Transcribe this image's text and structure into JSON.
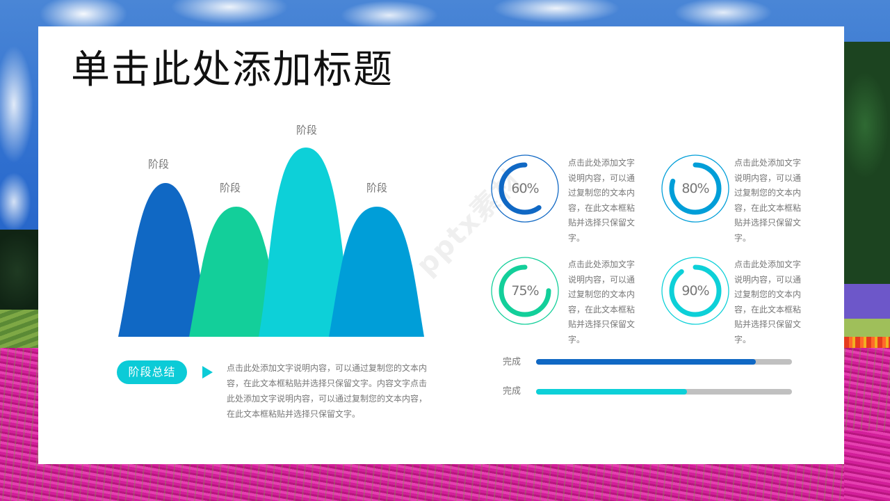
{
  "slide": {
    "title": "单击此处添加标题",
    "watermark": "pptx素材"
  },
  "chart_data": [
    {
      "type": "area",
      "title": "",
      "description": "Four overlapping bell-shaped stage peaks",
      "categories": [
        "阶段",
        "阶段",
        "阶段",
        "阶段"
      ],
      "values": [
        220,
        187,
        272,
        187
      ],
      "units": "relative peak height (px)",
      "colors": [
        "#1068c4",
        "#13cf9a",
        "#0dd0d8",
        "#009ed8"
      ],
      "xlabel": "",
      "ylabel": "",
      "grid": false,
      "legend": "none"
    },
    {
      "type": "pie",
      "subtype": "ring-gauges",
      "categories": [
        "60%",
        "80%",
        "75%",
        "90%"
      ],
      "values": [
        60,
        80,
        75,
        90
      ],
      "colors": [
        "#1068c4",
        "#009ed8",
        "#13cf9a",
        "#0dd0d8"
      ]
    },
    {
      "type": "bar",
      "orientation": "horizontal",
      "categories": [
        "完成",
        "完成"
      ],
      "values": [
        86,
        59
      ],
      "max": 100,
      "colors": [
        "#1068c4",
        "#0dd0d8"
      ],
      "track_color": "#c0c0c0"
    }
  ],
  "mountains": {
    "labels": [
      "阶段",
      "阶段",
      "阶段",
      "阶段"
    ]
  },
  "summary": {
    "pill_label": "阶段总结",
    "text": "点击此处添加文字说明内容，可以通过复制您的文本内容，在此文本框粘贴并选择只保留文字。内容文字点击此处添加文字说明内容，可以通过复制您的文本内容，在此文本框粘贴并选择只保留文字。"
  },
  "rings": [
    {
      "value": "60%",
      "percent": 60,
      "color": "#1068c4",
      "desc": "点击此处添加文字说明内容，可以通过复制您的文本内容，在此文本框粘贴并选择只保留文字。"
    },
    {
      "value": "80%",
      "percent": 80,
      "color": "#009ed8",
      "desc": "点击此处添加文字说明内容，可以通过复制您的文本内容，在此文本框粘贴并选择只保留文字。"
    },
    {
      "value": "75%",
      "percent": 75,
      "color": "#13cf9a",
      "desc": "点击此处添加文字说明内容，可以通过复制您的文本内容，在此文本框粘贴并选择只保留文字。"
    },
    {
      "value": "90%",
      "percent": 90,
      "color": "#0dd0d8",
      "desc": "点击此处添加文字说明内容，可以通过复制您的文本内容，在此文本框粘贴并选择只保留文字。"
    }
  ],
  "progress": [
    {
      "label": "完成",
      "percent": 86,
      "color": "#1068c4"
    },
    {
      "label": "完成",
      "percent": 59,
      "color": "#0dd0d8"
    }
  ]
}
